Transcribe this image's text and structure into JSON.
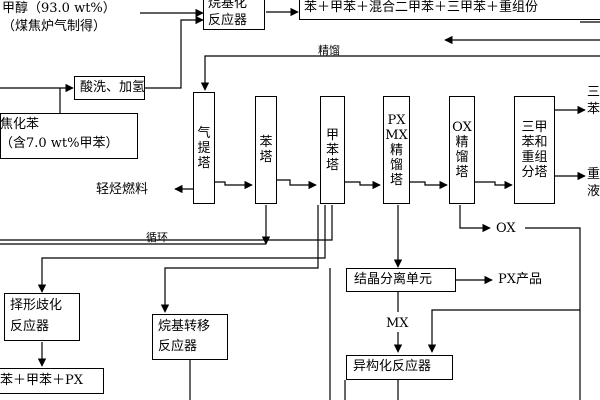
{
  "feeds": {
    "methanol_line1": "甲醇（93.0 wt%）",
    "methanol_line2": "（煤焦炉气制得）",
    "coking_benzene_line1": "焦化苯",
    "coking_benzene_line2": "（含7.0 wt%甲苯）"
  },
  "boxes": {
    "alkylation_line1": "烷基化",
    "alkylation_line2": "反应器",
    "products_bar": "苯＋甲苯＋混合二甲苯＋三甲苯＋重组份",
    "acid_wash": "酸洗、加氢",
    "stripper": [
      "气",
      "提",
      "塔"
    ],
    "benzene_col": [
      "苯",
      "塔"
    ],
    "toluene_col": [
      "甲",
      "苯",
      "塔"
    ],
    "pxmx_col": [
      "PX",
      "MX",
      "精",
      "馏",
      "塔"
    ],
    "ox_col": [
      "OX",
      "精",
      "馏",
      "塔"
    ],
    "tmb_col": [
      "三甲",
      "苯和",
      "重组",
      "分塔"
    ],
    "cryst": "结晶分离单元",
    "selective_line1": "择形歧化",
    "selective_line2": "反应器",
    "transalk_line1": "烷基转移",
    "transalk_line2": "反应器",
    "isomer": "异构化反应器"
  },
  "labels": {
    "rectification": "精馏",
    "light_fuel": "轻烃燃料",
    "recycle": "循环",
    "ox": "OX",
    "px_product": "PX产品",
    "mx": "MX",
    "tmb_out": "三甲",
    "tmb_out2": "苯",
    "heavy_out": "重组",
    "heavy_out2": "液体",
    "bottom_products": "苯＋甲苯＋PX"
  },
  "colors": {
    "line": "#000000",
    "background": "#ffffff"
  }
}
